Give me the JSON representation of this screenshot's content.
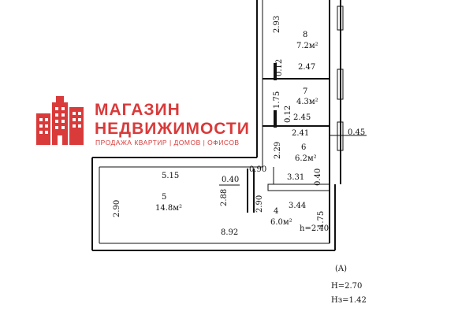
{
  "logo": {
    "line1": "МАГАЗИН",
    "line2": "НЕДВИЖИМОСТИ",
    "tagline": "ПРОДАЖА КВАРТИР | ДОМОВ | ОФИСОВ"
  },
  "rooms": [
    {
      "id": "8",
      "area": "7.2м²"
    },
    {
      "id": "7",
      "area": "4.3м²"
    },
    {
      "id": "6",
      "area": "6.2м²"
    },
    {
      "id": "5",
      "area": "14.8м²"
    },
    {
      "id": "4",
      "area": "6.0м²"
    }
  ],
  "dims": {
    "d293": "2.93",
    "d012a": "0.12",
    "d247": "2.47",
    "d175a": "1.75",
    "d012b": "0.12",
    "d245": "2.45",
    "d241": "2.41",
    "d045": "0.45",
    "d229": "2.29",
    "d090a": "0.90",
    "d331": "3.31",
    "d040a": "0.40",
    "d515": "5.15",
    "d040b": "0.40",
    "d290a": "2.90",
    "d288": "2.88",
    "d290b": "2.90",
    "d344": "3.44",
    "d175b": "1.75",
    "h240": "h=2.40",
    "d892": "8.92"
  },
  "notes": {
    "marker": "(A)",
    "height": "H=2.70",
    "height2": "Hз=1.42"
  }
}
